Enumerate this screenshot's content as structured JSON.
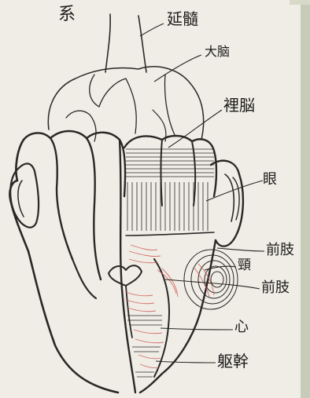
{
  "title": "系",
  "labels": {
    "spinal_cord": "延髓",
    "cerebrum": "大脑",
    "cerebellum": "裡脳",
    "eye": "眼",
    "forelimb_bud": "前肢",
    "neck": "頸",
    "forelimb": "前肢",
    "heart": "心",
    "trunk": "躯幹"
  },
  "colors": {
    "ink": "#1d1b1a",
    "paper": "#efede6",
    "red_pencil": "#cf5a55",
    "frame": "#c7ccb9"
  }
}
